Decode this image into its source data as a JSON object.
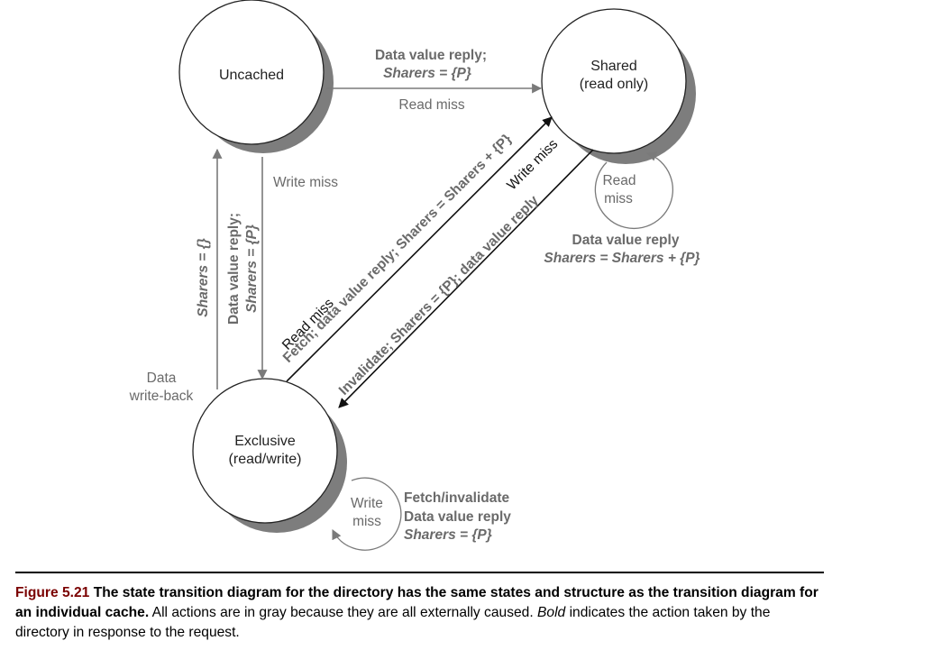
{
  "states": {
    "uncached": {
      "label": "Uncached"
    },
    "shared": {
      "line1": "Shared",
      "line2": "(read only)"
    },
    "exclusive": {
      "line1": "Exclusive",
      "line2": "(read/write)"
    }
  },
  "transitions": {
    "uncached_to_shared": {
      "action_line1": "Data value reply;",
      "action_line2": "Sharers = {P}",
      "event": "Read miss"
    },
    "uncached_to_exclusive": {
      "event": "Write miss",
      "action_line1": "Data value reply;",
      "action_line2": "Sharers = {P}"
    },
    "exclusive_to_uncached": {
      "event_line1": "Data",
      "event_line2": "write-back",
      "action": "Sharers = {}"
    },
    "shared_self": {
      "event_line1": "Read",
      "event_line2": "miss",
      "action_line1": "Data value reply",
      "action_line2": "Sharers = Sharers + {P}"
    },
    "exclusive_to_shared": {
      "event": "Read miss",
      "action": "Fetch; data value reply; Sharers = Sharers + {P}"
    },
    "shared_to_exclusive": {
      "event": "Write miss",
      "action": "Invalidate; Sharers = {P}; data value reply"
    },
    "exclusive_self": {
      "event_line1": "Write",
      "event_line2": "miss",
      "action_line1": "Fetch/invalidate",
      "action_line2": "Data value reply",
      "action_line3": "Sharers = {P}"
    }
  },
  "caption": {
    "figure_number": "Figure 5.21",
    "title": "The state transition diagram for the directory has the same states and structure as the transition diagram for an individual cache.",
    "text_before_em": "All actions are in gray because they are all externally caused.",
    "em": "Bold",
    "text_after_em": "indicates the action taken by the directory in response to the request."
  },
  "colors": {
    "gray": "#7a7a7a",
    "dark": "#111111",
    "shadow": "#7d7d7d",
    "figure_number": "#7a0000"
  }
}
